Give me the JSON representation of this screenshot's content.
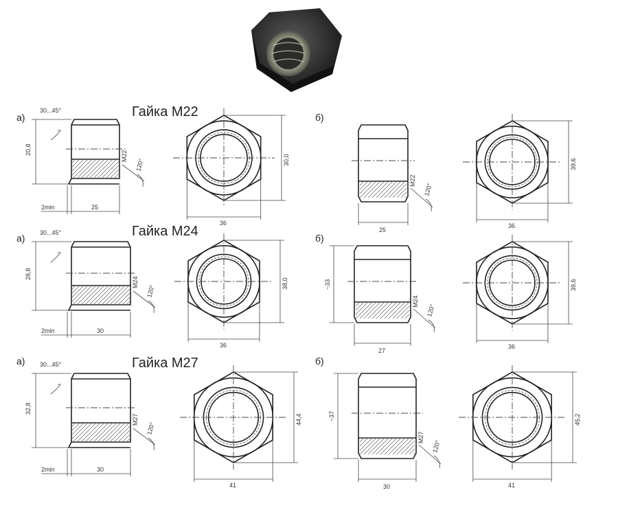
{
  "titles": {
    "m22": "Гайка М22",
    "m24": "Гайка М24",
    "m27": "Гайка М27"
  },
  "variant_labels": {
    "a": "а)",
    "b": "б)"
  },
  "rows": [
    {
      "key": "m22",
      "a": {
        "chamfer": "30...45°",
        "height": "20,8",
        "thread": "М22",
        "angle": "120°",
        "min": "2min",
        "width": "25"
      },
      "a_hex": {
        "across_corners": "30,0",
        "across_flats": "36"
      },
      "b": {
        "thread": "М22",
        "angle": "120°",
        "width": "25"
      },
      "b_hex": {
        "across_corners": "39,6",
        "across_flats": "36"
      }
    },
    {
      "key": "m24",
      "a": {
        "chamfer": "30...45°",
        "height": "28,8",
        "thread": "М24",
        "angle": "120°",
        "min": "2min",
        "width": "30"
      },
      "a_hex": {
        "across_corners": "38,0",
        "across_flats": "36"
      },
      "b": {
        "height": "~33",
        "thread": "М24",
        "angle": "120°",
        "width": "27"
      },
      "b_hex": {
        "across_corners": "39,6",
        "across_flats": "36"
      }
    },
    {
      "key": "m27",
      "a": {
        "chamfer": "30...45°",
        "height": "32,8",
        "thread": "М27",
        "angle": "120°",
        "min": "2min",
        "width": "30"
      },
      "a_hex": {
        "across_corners": "44,4",
        "across_flats": "41"
      },
      "b": {
        "height": "~37",
        "thread": "М27",
        "angle": "120°",
        "width": "30"
      },
      "b_hex": {
        "across_corners": "45,2",
        "across_flats": "41"
      }
    }
  ],
  "colors": {
    "line": "#222222",
    "hatch": "#666666",
    "photo_dark": "#2a2a2a",
    "photo_thread": "#8a8a7a"
  }
}
